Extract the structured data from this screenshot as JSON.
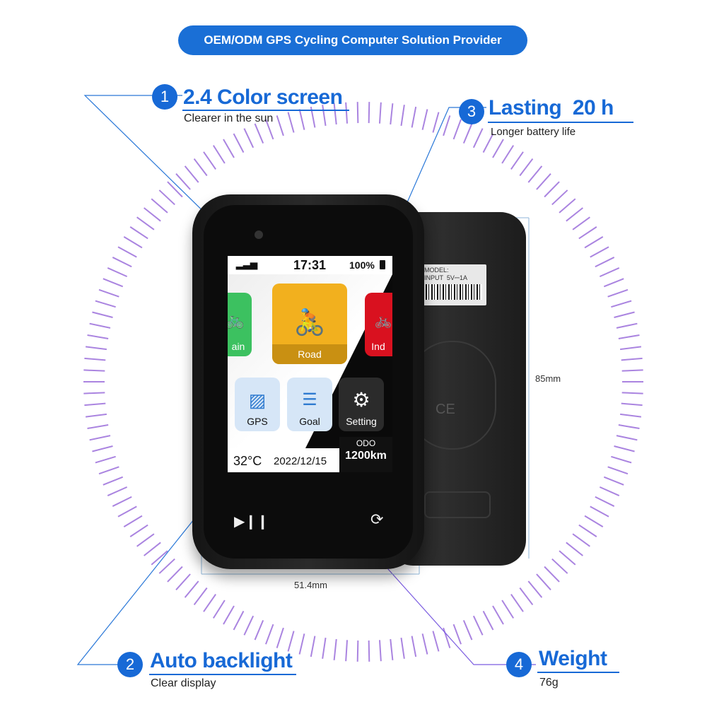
{
  "header": {
    "banner_text": "OEM/ODM GPS Cycling Computer Solution Provider"
  },
  "features": [
    {
      "number": "1",
      "title": "2.4 Color screen",
      "subtitle": "Clearer in the sun"
    },
    {
      "number": "2",
      "title": "Auto backlight",
      "subtitle": "Clear display"
    },
    {
      "number": "3",
      "title": "Lasting  20 h",
      "subtitle": "Longer battery life"
    },
    {
      "number": "4",
      "title": "Weight",
      "subtitle": "76g"
    }
  ],
  "dimensions": {
    "height": "85mm",
    "width": "51.4mm"
  },
  "device_screen": {
    "time": "17:31",
    "battery": "100%",
    "tiles": [
      {
        "label": "ain"
      },
      {
        "label": "Road"
      },
      {
        "label": "Ind"
      },
      {
        "label": "GPS"
      },
      {
        "label": "Goal"
      },
      {
        "label": "Setting"
      }
    ],
    "temperature": "32°C",
    "date": "2022/12/15",
    "odo_label": "ODO",
    "odo_value": "1200km"
  },
  "back_label": {
    "line1": "MODEL:",
    "line2": "INPUT  5V⎓1A"
  },
  "colors": {
    "accent": "#1769d6",
    "ring": "#8e5bd6",
    "road_tile": "#f2b01e",
    "train_tile": "#3cc160",
    "indoor_tile": "#d9111f"
  }
}
